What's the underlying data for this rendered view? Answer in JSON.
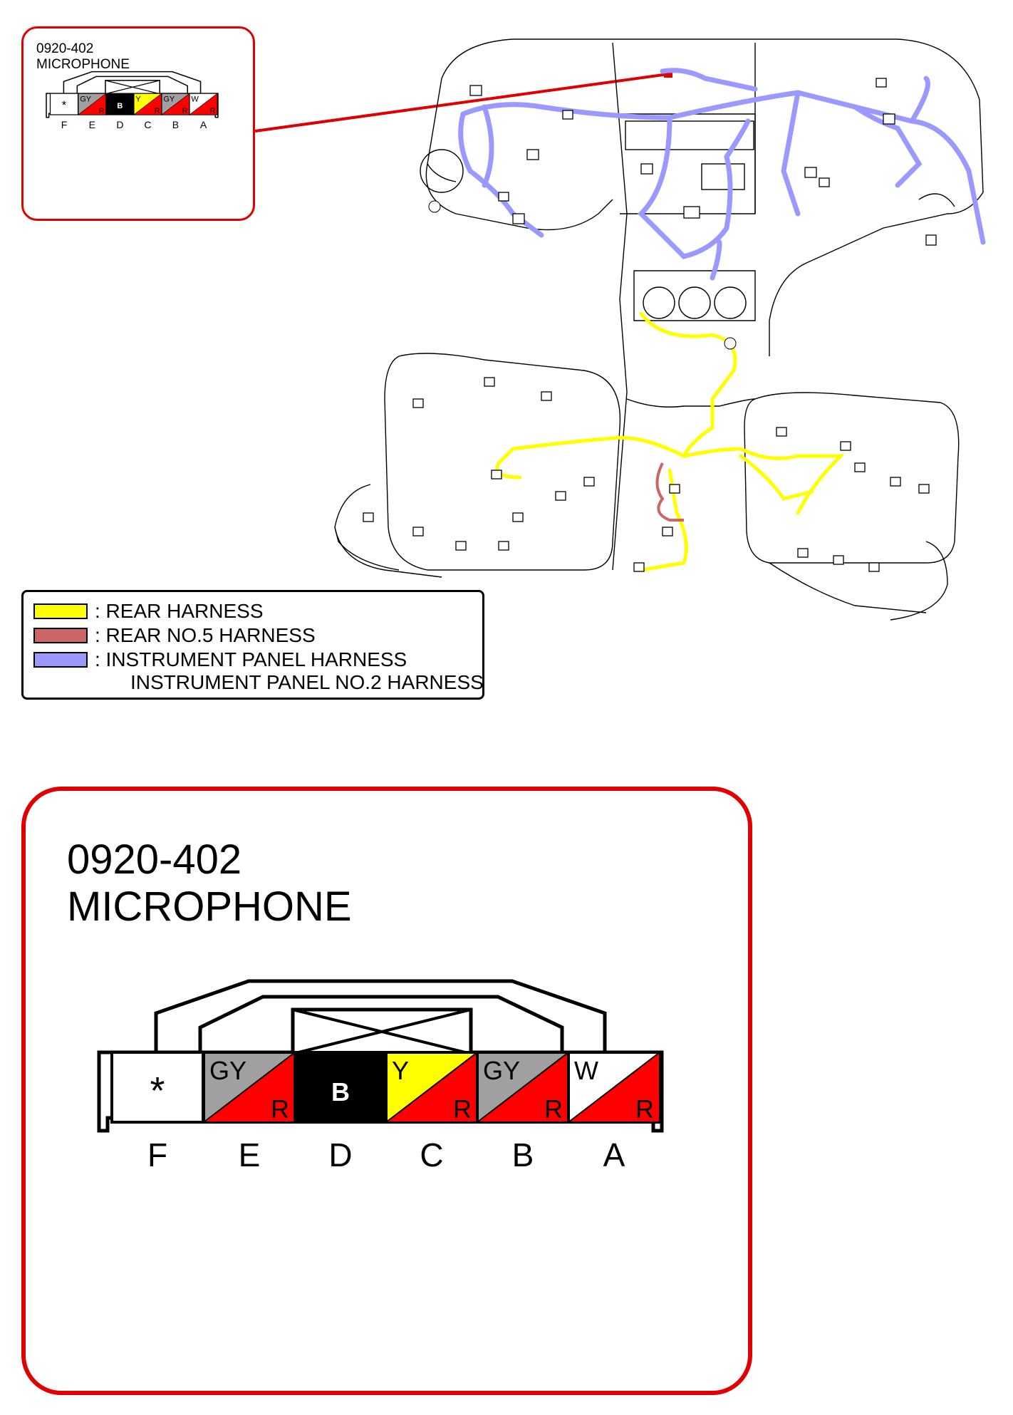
{
  "connector": {
    "code": "0920-402",
    "name": "MICROPHONE",
    "pins": [
      {
        "letter": "F",
        "wire": "",
        "stripe": "",
        "base_color": "#ffffff",
        "stripe_color": "",
        "symbol": "*"
      },
      {
        "letter": "E",
        "wire": "GY",
        "stripe": "R",
        "base_color": "#a0a0a0",
        "stripe_color": "#ff0000",
        "symbol": ""
      },
      {
        "letter": "D",
        "wire": "B",
        "stripe": "",
        "base_color": "#000000",
        "stripe_color": "",
        "symbol": ""
      },
      {
        "letter": "C",
        "wire": "Y",
        "stripe": "R",
        "base_color": "#ffff00",
        "stripe_color": "#ff0000",
        "symbol": ""
      },
      {
        "letter": "B",
        "wire": "GY",
        "stripe": "R",
        "base_color": "#a0a0a0",
        "stripe_color": "#ff0000",
        "symbol": ""
      },
      {
        "letter": "A",
        "wire": "W",
        "stripe": "R",
        "base_color": "#ffffff",
        "stripe_color": "#ff0000",
        "symbol": ""
      }
    ]
  },
  "legend": {
    "items": [
      {
        "label": ": REAR HARNESS",
        "color": "#ffff00"
      },
      {
        "label": ": REAR NO.5 HARNESS",
        "color": "#cc6666"
      },
      {
        "label": ": INSTRUMENT PANEL HARNESS",
        "color": "#9999ff"
      }
    ],
    "extra_line": "INSTRUMENT PANEL NO.2 HARNESS"
  },
  "colors": {
    "callout_border": "#e00000",
    "rear_harness": "#ffff00",
    "rear_no5_harness": "#cc6666",
    "instrument_panel_harness": "#9999ff"
  }
}
